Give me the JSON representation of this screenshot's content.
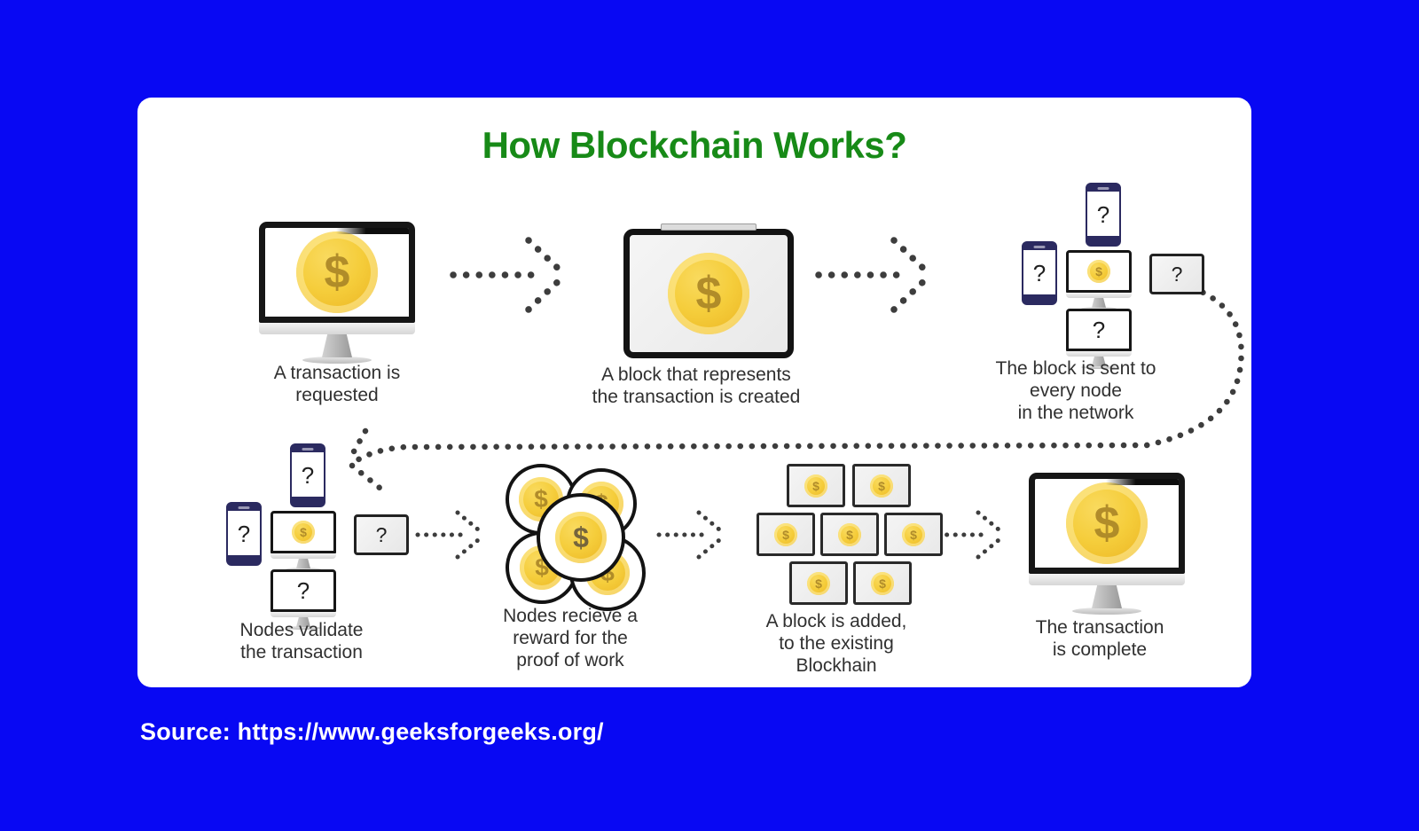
{
  "title": "How Blockchain Works?",
  "source_text": "Source: https://www.geeksforgeeks.org/",
  "glyphs": {
    "dollar": "$",
    "question": "?"
  },
  "colors": {
    "background": "#0808f3",
    "card": "#ffffff",
    "title_green": "#178a17",
    "coin_gold": "#f2c73a",
    "arrow_dots": "#3d3d3d",
    "caption_text": "#303030",
    "phone_navy": "#2b2a60"
  },
  "steps": [
    {
      "name": "transaction-requested",
      "caption_lines": [
        "A transaction is",
        "requested"
      ]
    },
    {
      "name": "block-created",
      "caption_lines": [
        "A block that represents",
        "the transaction is created"
      ]
    },
    {
      "name": "block-sent-to-nodes",
      "caption_lines": [
        "The block is sent to",
        "every node",
        "in the network"
      ]
    },
    {
      "name": "nodes-validate",
      "caption_lines": [
        "Nodes validate",
        "the transaction"
      ]
    },
    {
      "name": "nodes-reward",
      "caption_lines": [
        "Nodes recieve a",
        "reward for the",
        "proof of work"
      ]
    },
    {
      "name": "block-added",
      "caption_lines": [
        "A block is added,",
        "to the existing",
        "Blockhain"
      ]
    },
    {
      "name": "transaction-complete",
      "caption_lines": [
        "The transaction",
        "is complete"
      ]
    }
  ]
}
